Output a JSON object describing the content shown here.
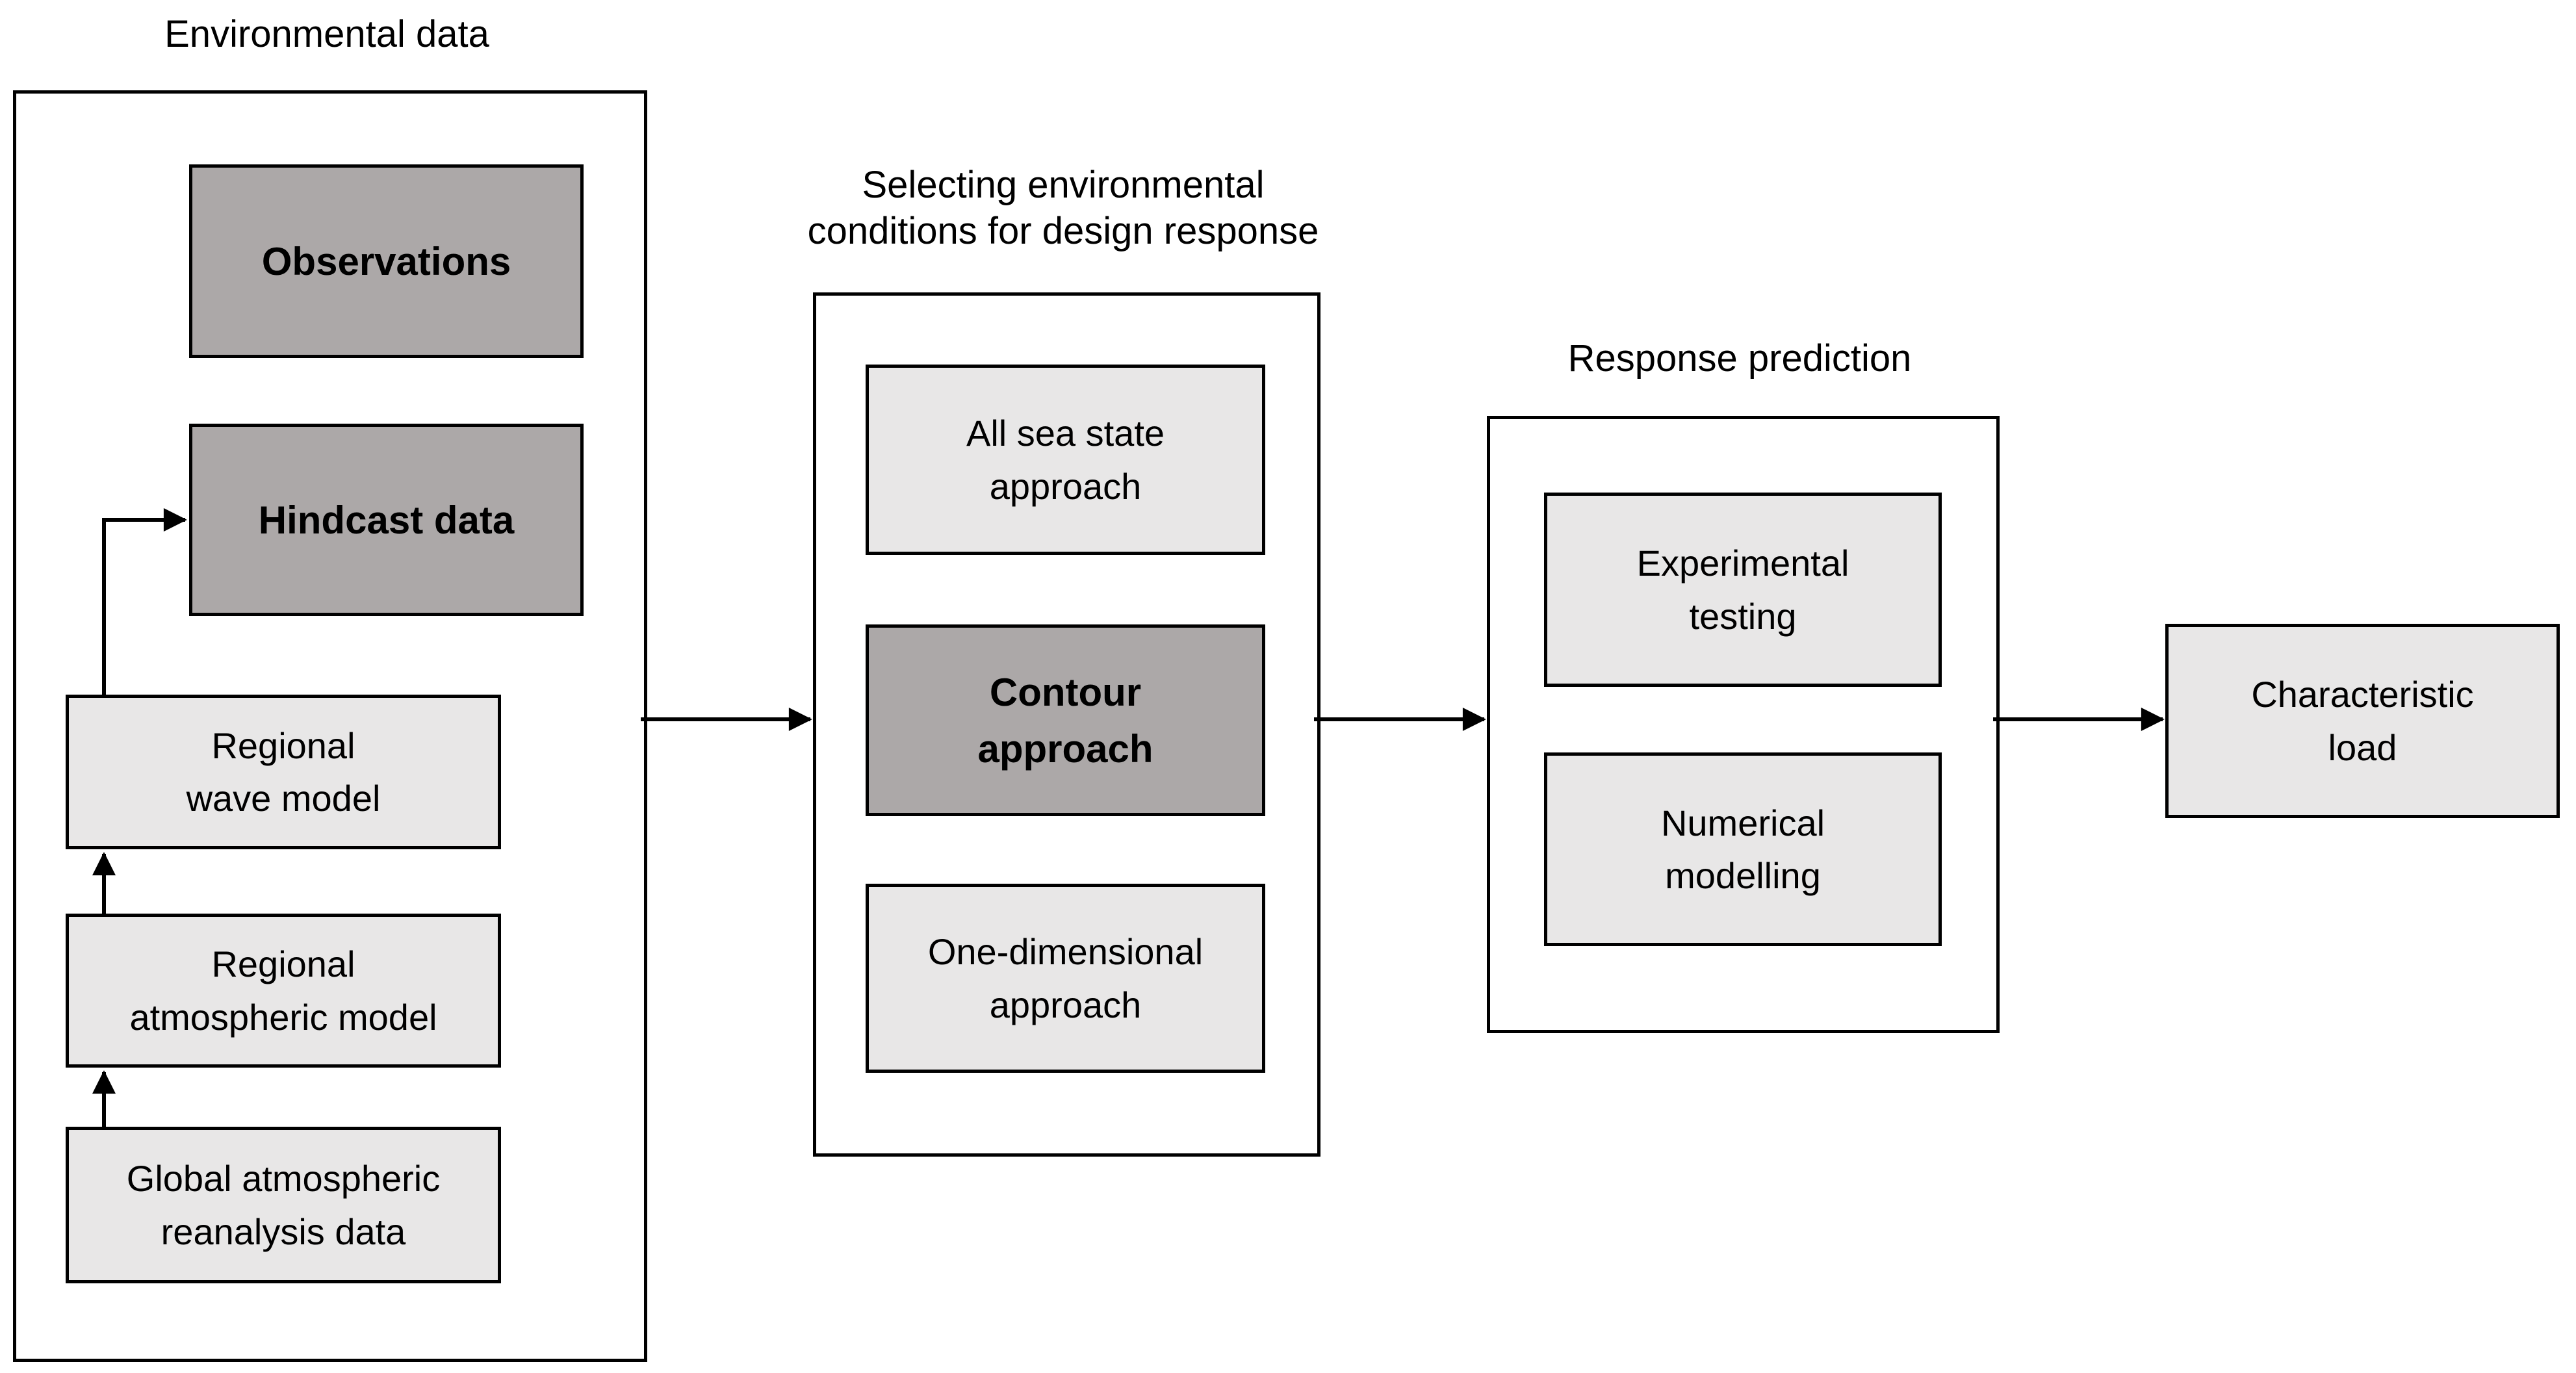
{
  "colors": {
    "page_bg": "#ffffff",
    "border": "#000000",
    "dark_box": "#ACA8A8",
    "light_box": "#E8E7E7"
  },
  "groups": {
    "environmental_data": {
      "title": "Environmental data",
      "boxes": {
        "observations": {
          "label": "Observations"
        },
        "hindcast": {
          "label": "Hindcast data"
        },
        "regional_wave": {
          "label": "Regional\nwave model"
        },
        "regional_atmospheric": {
          "label": "Regional\natmospheric model"
        },
        "global_reanalysis": {
          "label": "Global atmospheric\nreanalysis data"
        }
      }
    },
    "selecting_conditions": {
      "title": "Selecting environmental\nconditions for design response",
      "boxes": {
        "all_sea_state": {
          "label": "All sea state\napproach"
        },
        "contour": {
          "label": "Contour\napproach"
        },
        "one_dimensional": {
          "label": "One-dimensional\napproach"
        }
      }
    },
    "response_prediction": {
      "title": "Response prediction",
      "boxes": {
        "experimental_testing": {
          "label": "Experimental\ntesting"
        },
        "numerical_modelling": {
          "label": "Numerical\nmodelling"
        }
      }
    },
    "output": {
      "boxes": {
        "characteristic_load": {
          "label": "Characteristic\nload"
        }
      }
    }
  }
}
